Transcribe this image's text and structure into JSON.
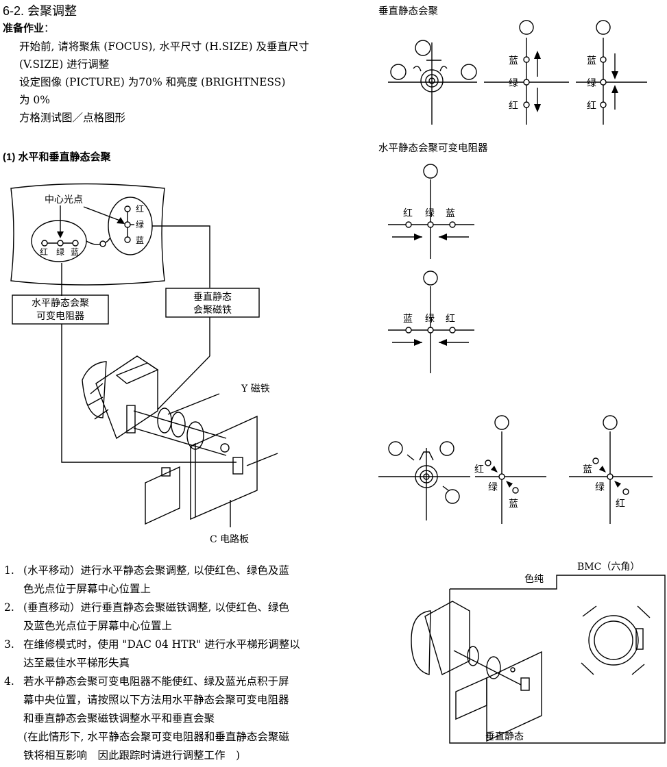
{
  "heading": "6-2. 会聚调整",
  "prep": {
    "title": "准备作业",
    "colon": "：",
    "lines": [
      "开始前, 请将聚焦 (FOCUS), 水平尺寸 (H.SIZE) 及垂直尺寸",
      "(V.SIZE) 进行调整",
      "设定图像 (PICTURE) 为70% 和亮度 (BRIGHTNESS)",
      "为 0%",
      "方格测试图／点格图形"
    ]
  },
  "section1_title": "(1) 水平和垂直静态会聚",
  "main_diagram": {
    "center_spot": "中心光点",
    "dots_h": [
      "红",
      "绿",
      "蓝"
    ],
    "dots_v": [
      "红",
      "绿",
      "蓝"
    ],
    "box_h": [
      "水平静态会聚",
      "可变电阻器"
    ],
    "box_v": [
      "垂直静态",
      "会聚磁铁"
    ],
    "y_magnet": "Y 磁铁",
    "c_board": "C 电路板"
  },
  "steps": [
    {
      "num": "1.",
      "lines": [
        "(水平移动）进行水平静态会聚调整, 以使红色、绿色及蓝",
        "色光点位于屏幕中心位置上"
      ]
    },
    {
      "num": "2.",
      "lines": [
        "(垂直移动）进行垂直静态会聚磁铁调整, 以使红色、绿色",
        "及蓝色光点位于屏幕中心位置上"
      ]
    },
    {
      "num": "3.",
      "lines": [
        "在维修模式时，使用 \"DAC 04 HTR\" 进行水平梯形调整以",
        "达至最佳水平梯形失真"
      ]
    },
    {
      "num": "4.",
      "lines": [
        "若水平静态会聚可变电阻器不能使红、绿及蓝光点积于屏",
        "幕中央位置，请按照以下方法用水平静态会聚可变电阻器",
        "和垂直静态会聚磁铁调整水平和垂直会聚",
        "(在此情形下, 水平静态会聚可变电阻器和垂直静态会聚磁",
        "铁将相互影响　因此跟踪时请进行调整工作　)"
      ]
    }
  ],
  "right": {
    "vertical_title": "垂直静态会聚",
    "v1": {
      "top": "蓝",
      "mid": "绿",
      "bot": "红"
    },
    "v2": {
      "top": "蓝",
      "mid": "绿",
      "bot": "红"
    },
    "h_title": "水平静态会聚可变电阻器",
    "h1": [
      "红",
      "绿",
      "蓝"
    ],
    "h2": [
      "蓝",
      "绿",
      "红"
    ],
    "d1": {
      "a": "红",
      "b": "绿",
      "c": "蓝"
    },
    "d2": {
      "a": "蓝",
      "b": "绿",
      "c": "红"
    },
    "bmc": "BMC（六角）",
    "purity": "色纯",
    "vstatic": "垂直静态"
  }
}
